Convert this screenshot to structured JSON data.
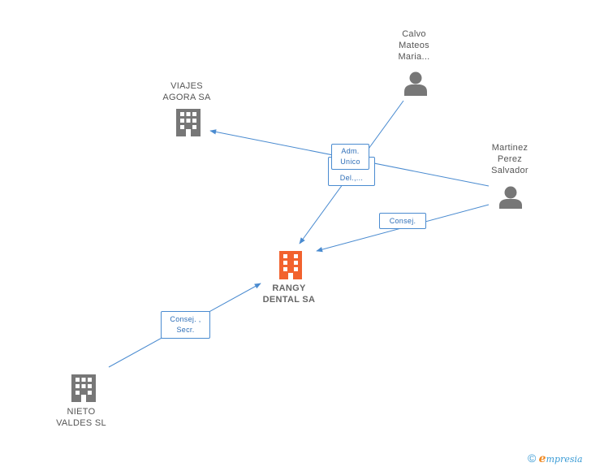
{
  "colors": {
    "edge": "#4a8bd0",
    "company_icon": "#777777",
    "central_icon": "#f2622e",
    "person_icon": "#777777",
    "label_text": "#555555"
  },
  "nodes": {
    "rangy": {
      "lines": [
        "RANGY",
        "DENTAL SA"
      ],
      "icon": "building-icon"
    },
    "viajes": {
      "lines": [
        "VIAJES",
        "AGORA SA"
      ],
      "icon": "building-icon"
    },
    "nieto": {
      "lines": [
        "NIETO",
        "VALDES SL"
      ],
      "icon": "building-icon"
    },
    "calvo": {
      "lines": [
        "Calvo",
        "Mateos",
        "Maria..."
      ],
      "icon": "person-icon"
    },
    "martinez": {
      "lines": [
        "Martinez",
        "Perez",
        "Salvador"
      ],
      "icon": "person-icon"
    }
  },
  "edges": {
    "adm_unico": {
      "lines": [
        "Adm.",
        "Unico"
      ]
    },
    "del": {
      "lines": [
        "Del.,..."
      ]
    },
    "consej": {
      "lines": [
        "Consej."
      ]
    },
    "consej_secr": {
      "lines": [
        "Consej. ,",
        "Secr."
      ]
    }
  },
  "footer": {
    "copyright": "©",
    "brand_initial": "e",
    "brand_rest": "mpresia"
  }
}
